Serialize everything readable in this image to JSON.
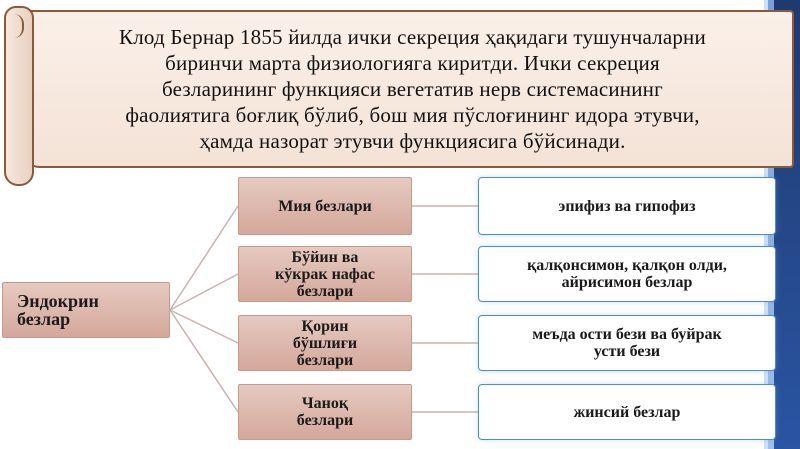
{
  "banner": {
    "lines": [
      "Клод Бернар 1855 йилда ички секреция ҳақидаги тушунчаларни",
      "биринчи марта физиологияга киритди. Ички секреция",
      "безларининг функцияси вегетатив нерв системасининг",
      "фаолиятига боғлиқ бўлиб, бош мия пўслоғининг идора этувчи,",
      "ҳамда назорат этувчи функциясига бўйсинади."
    ]
  },
  "diagram": {
    "root": [
      "Эндокрин",
      "безлар"
    ],
    "branches": [
      {
        "group": [
          "Мия безлари"
        ],
        "detail": [
          "эпифиз ва гипофиз"
        ]
      },
      {
        "group": [
          "Бўйин ва",
          "кўкрак нафас",
          "безлари"
        ],
        "detail": [
          "қалқонсимон, қалқон олди,",
          "айрисимон безлар"
        ]
      },
      {
        "group": [
          "Қорин",
          "бўшлиғи",
          "безлари"
        ],
        "detail": [
          "меъда ости бези ва буйрак",
          "усти бези"
        ]
      },
      {
        "group": [
          "Чаноқ",
          "безлари"
        ],
        "detail": [
          "жинсий безлар"
        ]
      }
    ]
  },
  "colors": {
    "scroll_border": "#8b5a3c",
    "box_fill": "#d4a89b",
    "detail_border": "#4a8fc9",
    "accent": "#2a55a3"
  }
}
